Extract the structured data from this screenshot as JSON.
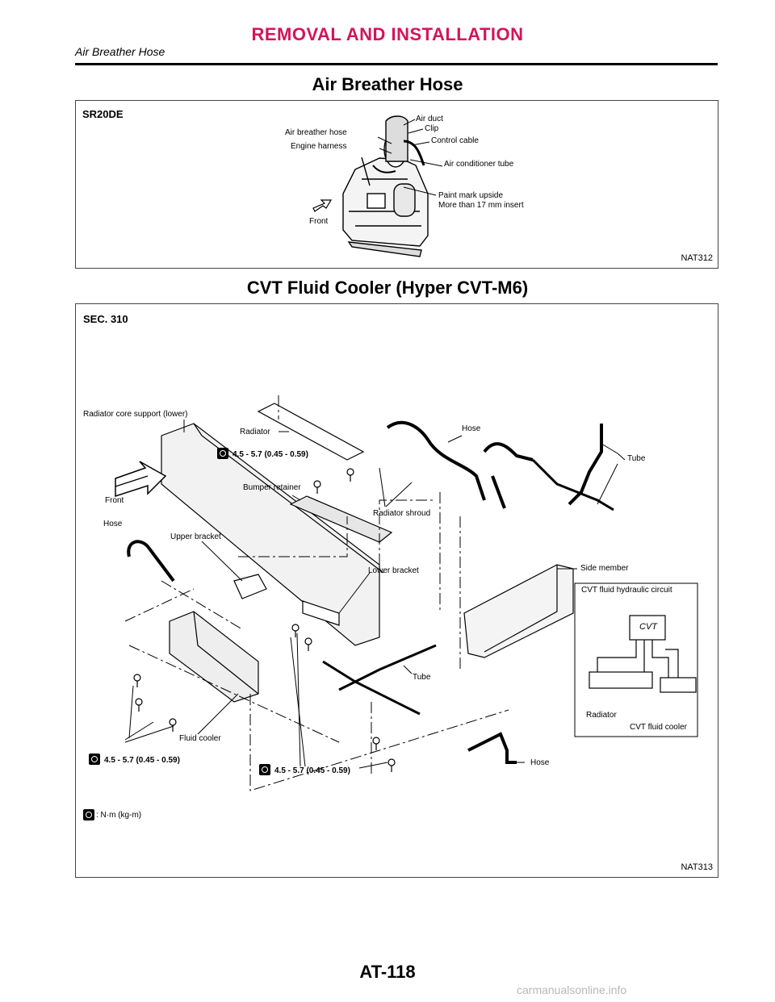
{
  "header": {
    "title": "REMOVAL AND INSTALLATION",
    "subtitle": "Air Breather Hose"
  },
  "section1": {
    "title": "Air Breather Hose",
    "engine": "SR20DE",
    "figure_code": "NAT312",
    "labels": {
      "air_duct": "Air duct",
      "clip": "Clip",
      "air_breather_hose": "Air breather hose",
      "control_cable": "Control cable",
      "engine_harness": "Engine harness",
      "air_conditioner_tube": "Air conditioner tube",
      "paint_mark": "Paint mark upside",
      "insert": "More than 17 mm insert",
      "front": "Front"
    }
  },
  "section2": {
    "title": "CVT Fluid Cooler (Hyper CVT-M6)",
    "sec": "SEC. 310",
    "figure_code": "NAT313",
    "labels": {
      "radiator_core_support": "Radiator core support (lower)",
      "radiator": "Radiator",
      "hose_top": "Hose",
      "tube_right": "Tube",
      "torque_top": "4.5 - 5.7 (0.45 - 0.59)",
      "front": "Front",
      "bumper_retainer": "Bumper retainer",
      "radiator_shroud": "Radiator shroud",
      "hose_left": "Hose",
      "upper_bracket": "Upper bracket",
      "side_member": "Side member",
      "lower_bracket": "Lower bracket",
      "cvt_circuit": "CVT fluid hydraulic circuit",
      "cvt": "CVT",
      "tube_mid": "Tube",
      "fluid_cooler": "Fluid cooler",
      "radiator_inset": "Radiator",
      "cvt_fluid_cooler": "CVT fluid cooler",
      "torque_left": "4.5 - 5.7 (0.45 - 0.59)",
      "torque_mid": "4.5 - 5.7 (0.45 - 0.59)",
      "hose_bottom": "Hose",
      "unit_legend": ": N·m (kg-m)"
    }
  },
  "footer": {
    "page": "AT-118",
    "watermark": "carmanualsonline.info"
  }
}
